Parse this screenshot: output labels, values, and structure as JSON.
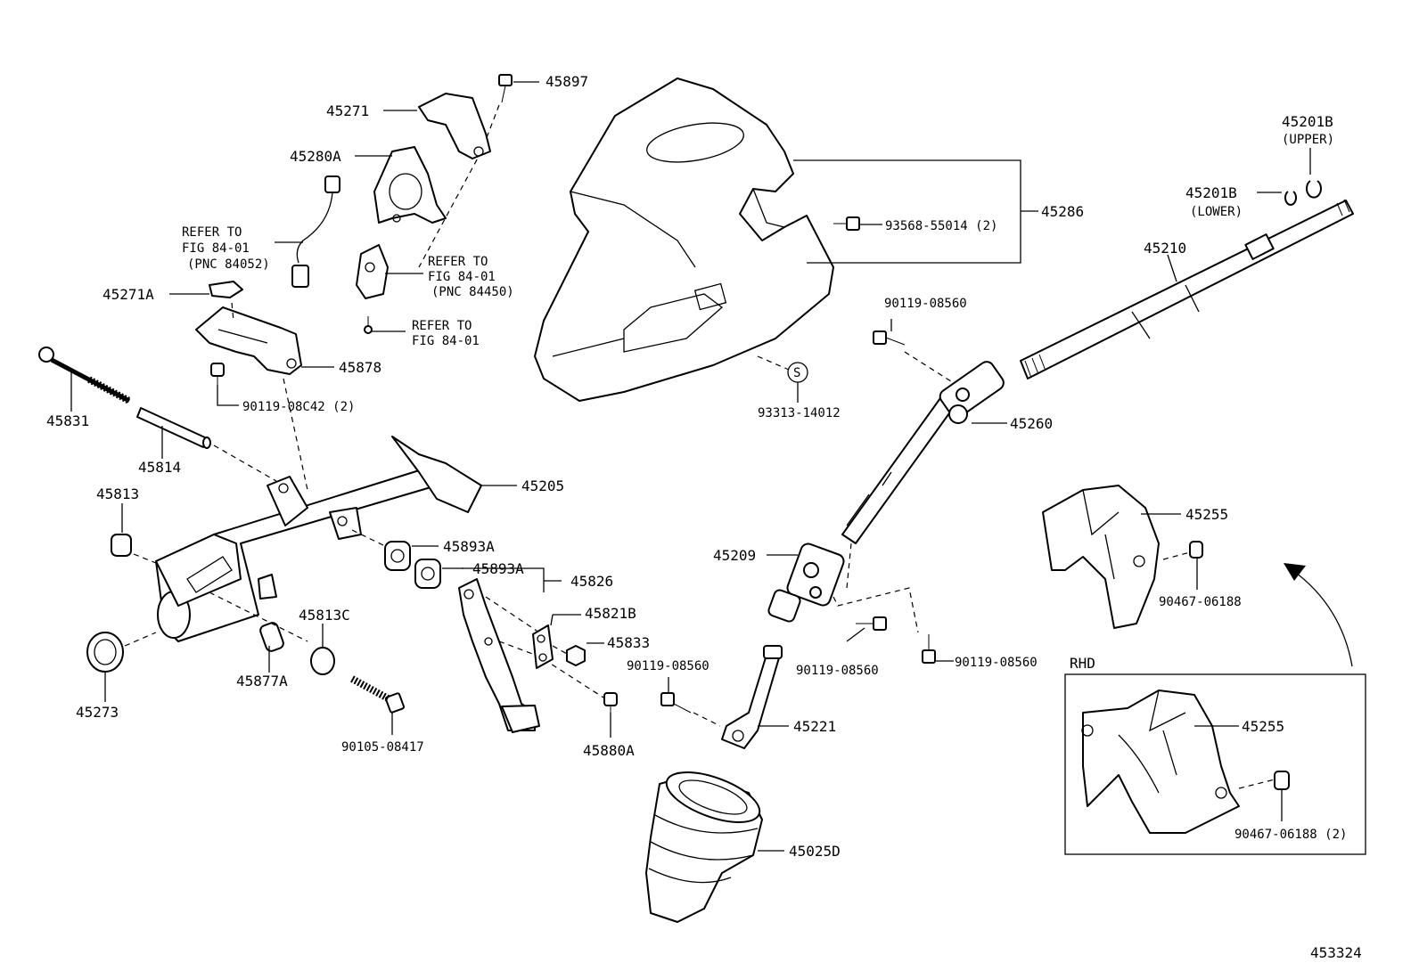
{
  "figure_number": "453324",
  "inset_title": "RHD",
  "labels": {
    "p45897": "45897",
    "p45271": "45271",
    "p45280A": "45280A",
    "refer1_l1": "REFER TO",
    "refer1_l2": "FIG 84-01",
    "refer1_l3": "(PNC 84052)",
    "refer2_l1": "REFER TO",
    "refer2_l2": "FIG 84-01",
    "refer2_l3": "(PNC 84450)",
    "refer3_l1": "REFER TO",
    "refer3_l2": "FIG 84-01",
    "p45271A": "45271A",
    "p45878": "45878",
    "p90119_08C42": "90119-08C42 (2)",
    "p45831": "45831",
    "p45814": "45814",
    "p45813": "45813",
    "p45205": "45205",
    "p45893A_1": "45893A",
    "p45893A_2": "45893A",
    "p45826": "45826",
    "p45821B": "45821B",
    "p45833": "45833",
    "p45813C": "45813C",
    "p45877A": "45877A",
    "p45273": "45273",
    "p90105": "90105-08417",
    "p45880A": "45880A",
    "p90119_a": "90119-08560",
    "p90119_b": "90119-08560",
    "p90119_c": "90119-08560",
    "p90119_d": "90119-08560",
    "p45221": "45221",
    "p45025D": "45025D",
    "p45209": "45209",
    "p45260": "45260",
    "p45286": "45286",
    "p93568": "93568-55014 (2)",
    "p93313": "93313-14012",
    "s_mark": "S",
    "p45210": "45210",
    "p45201B_upper": "45201B",
    "upper": "(UPPER)",
    "p45201B_lower": "45201B",
    "lower": "(LOWER)",
    "p45255_1": "45255",
    "p45255_2": "45255",
    "p90467_1": "90467-06188",
    "p90467_2": "90467-06188 (2)"
  }
}
